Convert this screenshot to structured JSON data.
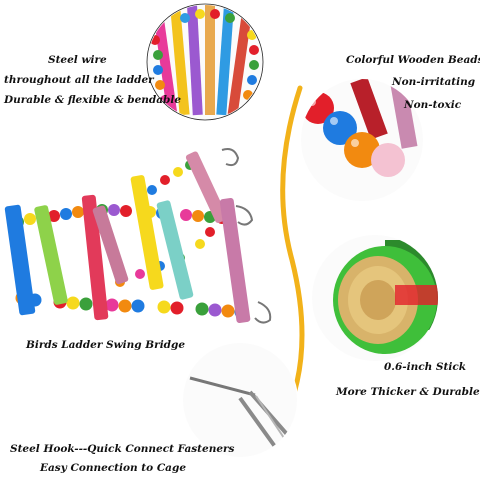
{
  "labels": {
    "steel_wire": "Steel wire",
    "steel_wire_l2": "throughout all the ladder",
    "steel_wire_l3": "Durable & flexible & bendable",
    "beads": "Colorful Wooden Beads",
    "beads_l2": "Non-irritating",
    "beads_l3": "Non-toxic",
    "bridge": "Birds Ladder Swing Bridge",
    "stick": "0.6-inch Stick",
    "stick_l2": "More Thicker & Durable",
    "hook": "Steel Hook---Quick Connect Fasteners",
    "hook_l2": "Easy Connection to Cage"
  },
  "colors": {
    "arc": "#f2b21a",
    "bead_red": "#e21f2a",
    "bead_blue": "#1f7be0",
    "bead_orange": "#f28a10",
    "bead_pink": "#f4c2d2",
    "bead_yellow": "#f6d91d",
    "bead_green": "#3aa03b",
    "stick_green": "#3fbf3a",
    "stick_wood": "#d8b36a"
  }
}
